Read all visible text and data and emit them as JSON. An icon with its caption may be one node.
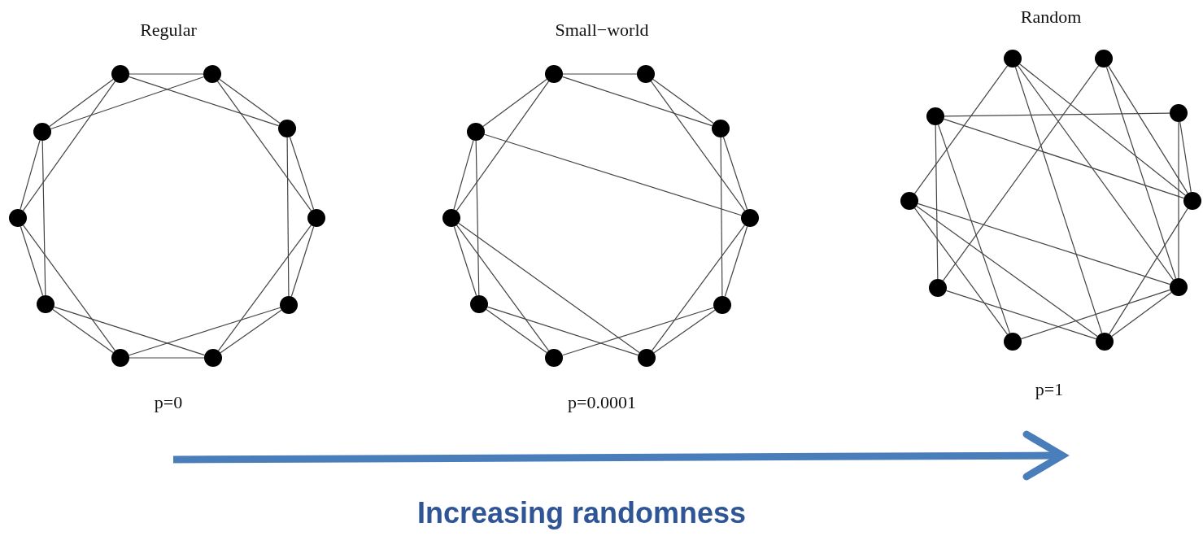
{
  "diagram": {
    "nodes": [
      {
        "text": [],
        "shape": "circle"
      },
      {
        "text": [],
        "shape": "circle"
      },
      {
        "text": [],
        "shape": "circle"
      },
      {
        "text": [],
        "shape": "circle"
      },
      {
        "text": [],
        "shape": "circle"
      },
      {
        "text": [],
        "shape": "circle"
      },
      {
        "text": [],
        "shape": "circle"
      },
      {
        "text": [],
        "shape": "circle"
      },
      {
        "text": [],
        "shape": "circle"
      },
      {
        "text": [],
        "shape": "circle"
      },
      {
        "text": [],
        "shape": "circle"
      },
      {
        "text": [],
        "shape": "circle"
      },
      {
        "text": [],
        "shape": "circle"
      },
      {
        "text": [],
        "shape": "circle"
      },
      {
        "text": [],
        "shape": "circle"
      },
      {
        "text": [],
        "shape": "circle"
      },
      {
        "text": [],
        "shape": "circle"
      },
      {
        "text": [],
        "shape": "circle"
      },
      {
        "text": [],
        "shape": "circle"
      },
      {
        "text": [],
        "shape": "circle"
      },
      {
        "text": [],
        "shape": "circle"
      },
      {
        "text": [],
        "shape": "circle"
      },
      {
        "text": [],
        "shape": "circle"
      },
      {
        "text": [],
        "shape": "circle"
      },
      {
        "text": [],
        "shape": "circle"
      },
      {
        "text": [],
        "shape": "circle"
      },
      {
        "text": [],
        "shape": "circle"
      },
      {
        "text": [],
        "shape": "circle"
      },
      {
        "text": [],
        "shape": "circle"
      },
      {
        "text": [],
        "shape": "circle"
      }
    ],
    "edges": [
      {
        "from": 0,
        "to": 1,
        "arrow": "none"
      },
      {
        "from": 0,
        "to": 2,
        "arrow": "none"
      },
      {
        "from": 1,
        "to": 2,
        "arrow": "none"
      },
      {
        "from": 1,
        "to": 3,
        "arrow": "none"
      },
      {
        "from": 2,
        "to": 3,
        "arrow": "none"
      },
      {
        "from": 2,
        "to": 4,
        "arrow": "none"
      },
      {
        "from": 3,
        "to": 4,
        "arrow": "none"
      },
      {
        "from": 3,
        "to": 5,
        "arrow": "none"
      },
      {
        "from": 4,
        "to": 5,
        "arrow": "none"
      },
      {
        "from": 4,
        "to": 6,
        "arrow": "none"
      },
      {
        "from": 5,
        "to": 6,
        "arrow": "none"
      },
      {
        "from": 5,
        "to": 7,
        "arrow": "none"
      },
      {
        "from": 6,
        "to": 7,
        "arrow": "none"
      },
      {
        "from": 6,
        "to": 8,
        "arrow": "none"
      },
      {
        "from": 7,
        "to": 8,
        "arrow": "none"
      },
      {
        "from": 7,
        "to": 9,
        "arrow": "none"
      },
      {
        "from": 8,
        "to": 9,
        "arrow": "none"
      },
      {
        "from": 8,
        "to": 0,
        "arrow": "none"
      },
      {
        "from": 9,
        "to": 0,
        "arrow": "none"
      },
      {
        "from": 9,
        "to": 1,
        "arrow": "none"
      },
      {
        "from": 10,
        "to": 11,
        "arrow": "none"
      },
      {
        "from": 10,
        "to": 12,
        "arrow": "none"
      },
      {
        "from": 11,
        "to": 12,
        "arrow": "none"
      },
      {
        "from": 11,
        "to": 13,
        "arrow": "none"
      },
      {
        "from": 12,
        "to": 13,
        "arrow": "none"
      },
      {
        "from": 12,
        "to": 14,
        "arrow": "none"
      },
      {
        "from": 13,
        "to": 14,
        "arrow": "none"
      },
      {
        "from": 13,
        "to": 15,
        "arrow": "none"
      },
      {
        "from": 14,
        "to": 15,
        "arrow": "none"
      },
      {
        "from": 14,
        "to": 16,
        "arrow": "none"
      },
      {
        "from": 15,
        "to": 17,
        "arrow": "none"
      },
      {
        "from": 16,
        "to": 17,
        "arrow": "none"
      },
      {
        "from": 16,
        "to": 18,
        "arrow": "none"
      },
      {
        "from": 17,
        "to": 18,
        "arrow": "none"
      },
      {
        "from": 17,
        "to": 19,
        "arrow": "none"
      },
      {
        "from": 18,
        "to": 19,
        "arrow": "none"
      },
      {
        "from": 18,
        "to": 10,
        "arrow": "none"
      },
      {
        "from": 19,
        "to": 10,
        "arrow": "none"
      },
      {
        "from": 19,
        "to": 13,
        "arrow": "none"
      },
      {
        "from": 18,
        "to": 15,
        "arrow": "none"
      },
      {
        "from": 20,
        "to": 28,
        "arrow": "none"
      },
      {
        "from": 20,
        "to": 25,
        "arrow": "none"
      },
      {
        "from": 20,
        "to": 23,
        "arrow": "none"
      },
      {
        "from": 20,
        "to": 24,
        "arrow": "none"
      },
      {
        "from": 21,
        "to": 27,
        "arrow": "none"
      },
      {
        "from": 21,
        "to": 24,
        "arrow": "none"
      },
      {
        "from": 21,
        "to": 23,
        "arrow": "none"
      },
      {
        "from": 22,
        "to": 29,
        "arrow": "none"
      },
      {
        "from": 22,
        "to": 23,
        "arrow": "none"
      },
      {
        "from": 22,
        "to": 24,
        "arrow": "none"
      },
      {
        "from": 29,
        "to": 23,
        "arrow": "none"
      },
      {
        "from": 29,
        "to": 26,
        "arrow": "none"
      },
      {
        "from": 29,
        "to": 27,
        "arrow": "none"
      },
      {
        "from": 28,
        "to": 24,
        "arrow": "none"
      },
      {
        "from": 28,
        "to": 25,
        "arrow": "none"
      },
      {
        "from": 28,
        "to": 26,
        "arrow": "none"
      },
      {
        "from": 27,
        "to": 25,
        "arrow": "none"
      },
      {
        "from": 26,
        "to": 24,
        "arrow": "none"
      },
      {
        "from": 25,
        "to": 24,
        "arrow": "none"
      },
      {
        "from": 25,
        "to": 23,
        "arrow": "none"
      }
    ],
    "labels": [
      "Regular",
      "Small−world",
      "Random",
      "p=0",
      "p=0.0001",
      "p=1",
      "Increasing randomness"
    ]
  }
}
